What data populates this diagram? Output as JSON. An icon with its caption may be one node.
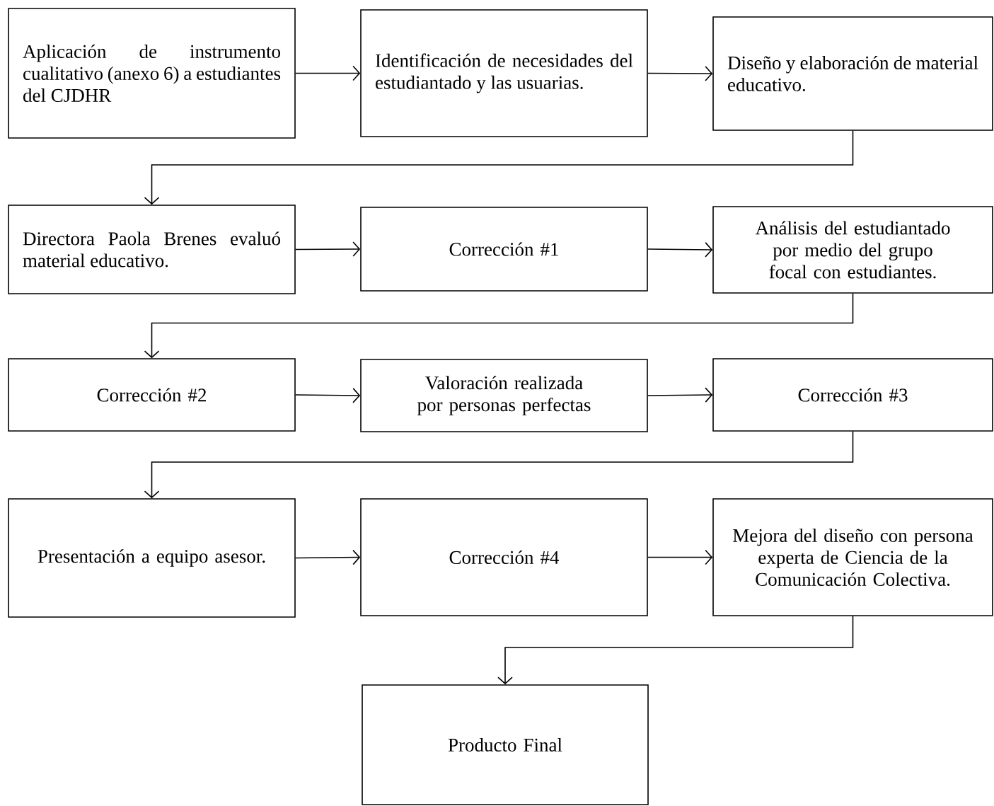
{
  "diagram": {
    "nodes": [
      {
        "text": [
          "Aplicación de instrumento cualitativo (anexo 6) a estudiantes del CJDHR"
        ]
      },
      {
        "text": [
          "Identificación de necesidades del estudiantado y las usuarias."
        ]
      },
      {
        "text": [
          "Diseño y elaboración de material educativo."
        ]
      },
      {
        "text": [
          "Directora Paola Brenes evaluó material educativo."
        ]
      },
      {
        "text": [
          "Corrección #1"
        ]
      },
      {
        "text": [
          "Análisis del estudiantado por medio del grupo focal con estudiantes."
        ]
      },
      {
        "text": [
          "Corrección #2"
        ]
      },
      {
        "text": [
          "Valoración realizada por personas perfectas"
        ]
      },
      {
        "text": [
          "Corrección #3"
        ]
      },
      {
        "text": [
          "Presentación a equipo asesor."
        ]
      },
      {
        "text": [
          "Corrección #4"
        ]
      },
      {
        "text": [
          "Mejora del diseño con persona experta de Ciencia de la Comunicación Colectiva."
        ]
      },
      {
        "text": [
          "Producto Final"
        ]
      }
    ],
    "edges": [
      {
        "from": 0,
        "to": 1,
        "arrow": "to"
      },
      {
        "from": 1,
        "to": 2,
        "arrow": "to"
      },
      {
        "from": 2,
        "to": 3,
        "arrow": "to"
      },
      {
        "from": 3,
        "to": 4,
        "arrow": "to"
      },
      {
        "from": 4,
        "to": 5,
        "arrow": "to"
      },
      {
        "from": 5,
        "to": 6,
        "arrow": "to"
      },
      {
        "from": 6,
        "to": 7,
        "arrow": "to"
      },
      {
        "from": 7,
        "to": 8,
        "arrow": "to"
      },
      {
        "from": 8,
        "to": 9,
        "arrow": "to"
      },
      {
        "from": 9,
        "to": 10,
        "arrow": "to"
      },
      {
        "from": 10,
        "to": 11,
        "arrow": "to"
      },
      {
        "from": 11,
        "to": 12,
        "arrow": "to"
      }
    ]
  }
}
